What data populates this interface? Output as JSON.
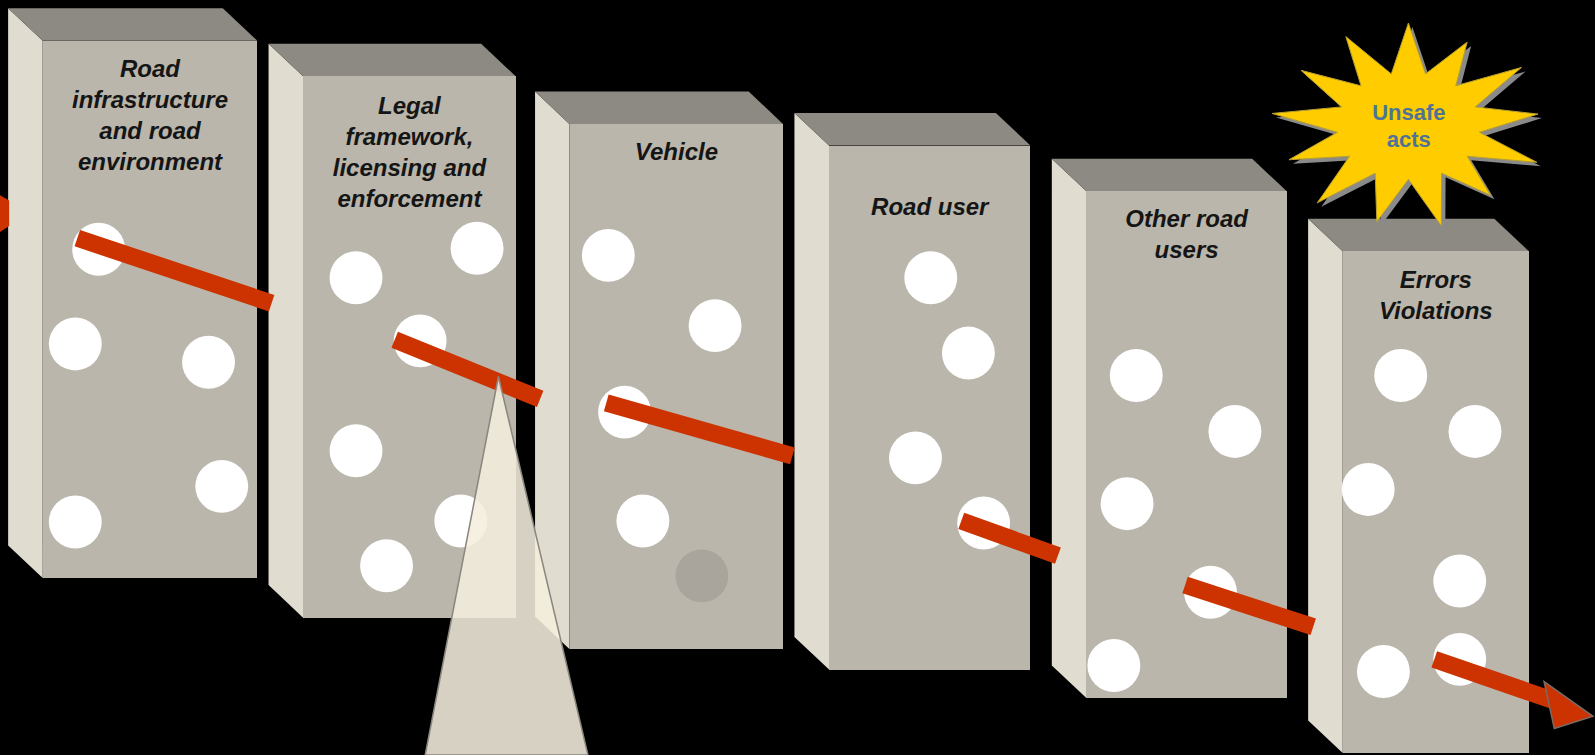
{
  "diagram": {
    "nodes": [
      {
        "text": [
          "Road infrastructure and road environment"
        ]
      },
      {
        "text": [
          "Legal framework, licensing and enforcement"
        ]
      },
      {
        "text": [
          "Vehicle"
        ]
      },
      {
        "text": [
          "Road user"
        ]
      },
      {
        "text": [
          "Other road users"
        ]
      },
      {
        "text": [
          "Errors Violations"
        ]
      },
      {
        "text": [
          "Unsafe acts"
        ]
      }
    ]
  }
}
